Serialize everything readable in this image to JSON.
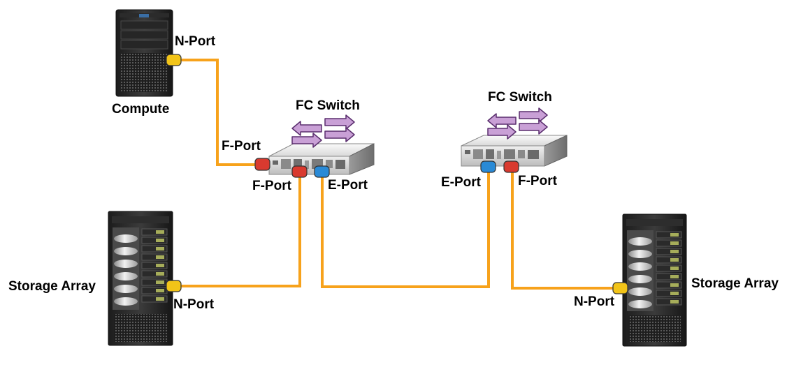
{
  "labels": {
    "compute": "Compute",
    "compute_nport": "N-Port",
    "switch1_title": "FC Switch",
    "switch1_fport_left": "F-Port",
    "switch1_fport_bottom": "F-Port",
    "switch1_eport": "E-Port",
    "switch2_title": "FC Switch",
    "switch2_eport": "E-Port",
    "switch2_fport": "F-Port",
    "storage_left": "Storage Array",
    "storage_left_nport": "N-Port",
    "storage_right": "Storage Array",
    "storage_right_nport": "N-Port"
  },
  "colors": {
    "cable": "#f7a21b",
    "n_port": "#f2c418",
    "f_port": "#d93a2f",
    "e_port": "#2a8ad6",
    "arrows": "#c9a0d6"
  }
}
